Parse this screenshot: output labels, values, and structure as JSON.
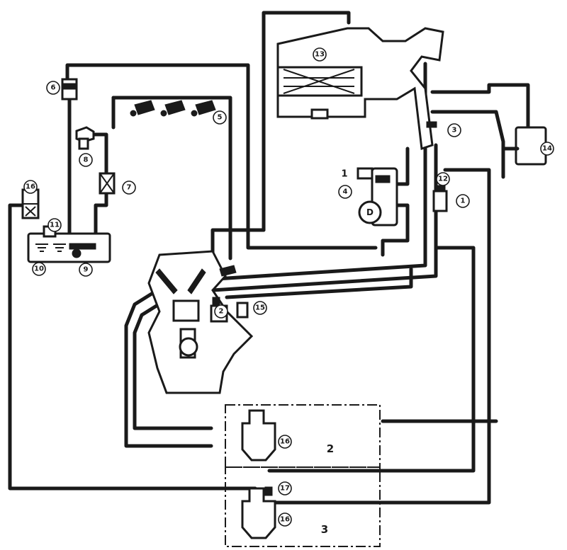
{
  "diagram": {
    "callouts": [
      {
        "id": "c6",
        "text": "6"
      },
      {
        "id": "c8",
        "text": "8"
      },
      {
        "id": "c7",
        "text": "7"
      },
      {
        "id": "c5",
        "text": "5"
      },
      {
        "id": "c16a",
        "text": "16"
      },
      {
        "id": "c11",
        "text": "11"
      },
      {
        "id": "c10",
        "text": "10"
      },
      {
        "id": "c9",
        "text": "9"
      },
      {
        "id": "c13",
        "text": "13"
      },
      {
        "id": "c3",
        "text": "3"
      },
      {
        "id": "c14",
        "text": "14"
      },
      {
        "id": "c12",
        "text": "12"
      },
      {
        "id": "c1",
        "text": "1"
      },
      {
        "id": "c4",
        "text": "4"
      },
      {
        "id": "c2",
        "text": "2"
      },
      {
        "id": "c15",
        "text": "15"
      },
      {
        "id": "c16b",
        "text": "16"
      },
      {
        "id": "c17",
        "text": "17"
      },
      {
        "id": "c16c",
        "text": "16"
      }
    ],
    "plain_labels": {
      "sensor_1": "1",
      "d_mark": "D",
      "area_2": "2",
      "area_3": "3"
    }
  }
}
